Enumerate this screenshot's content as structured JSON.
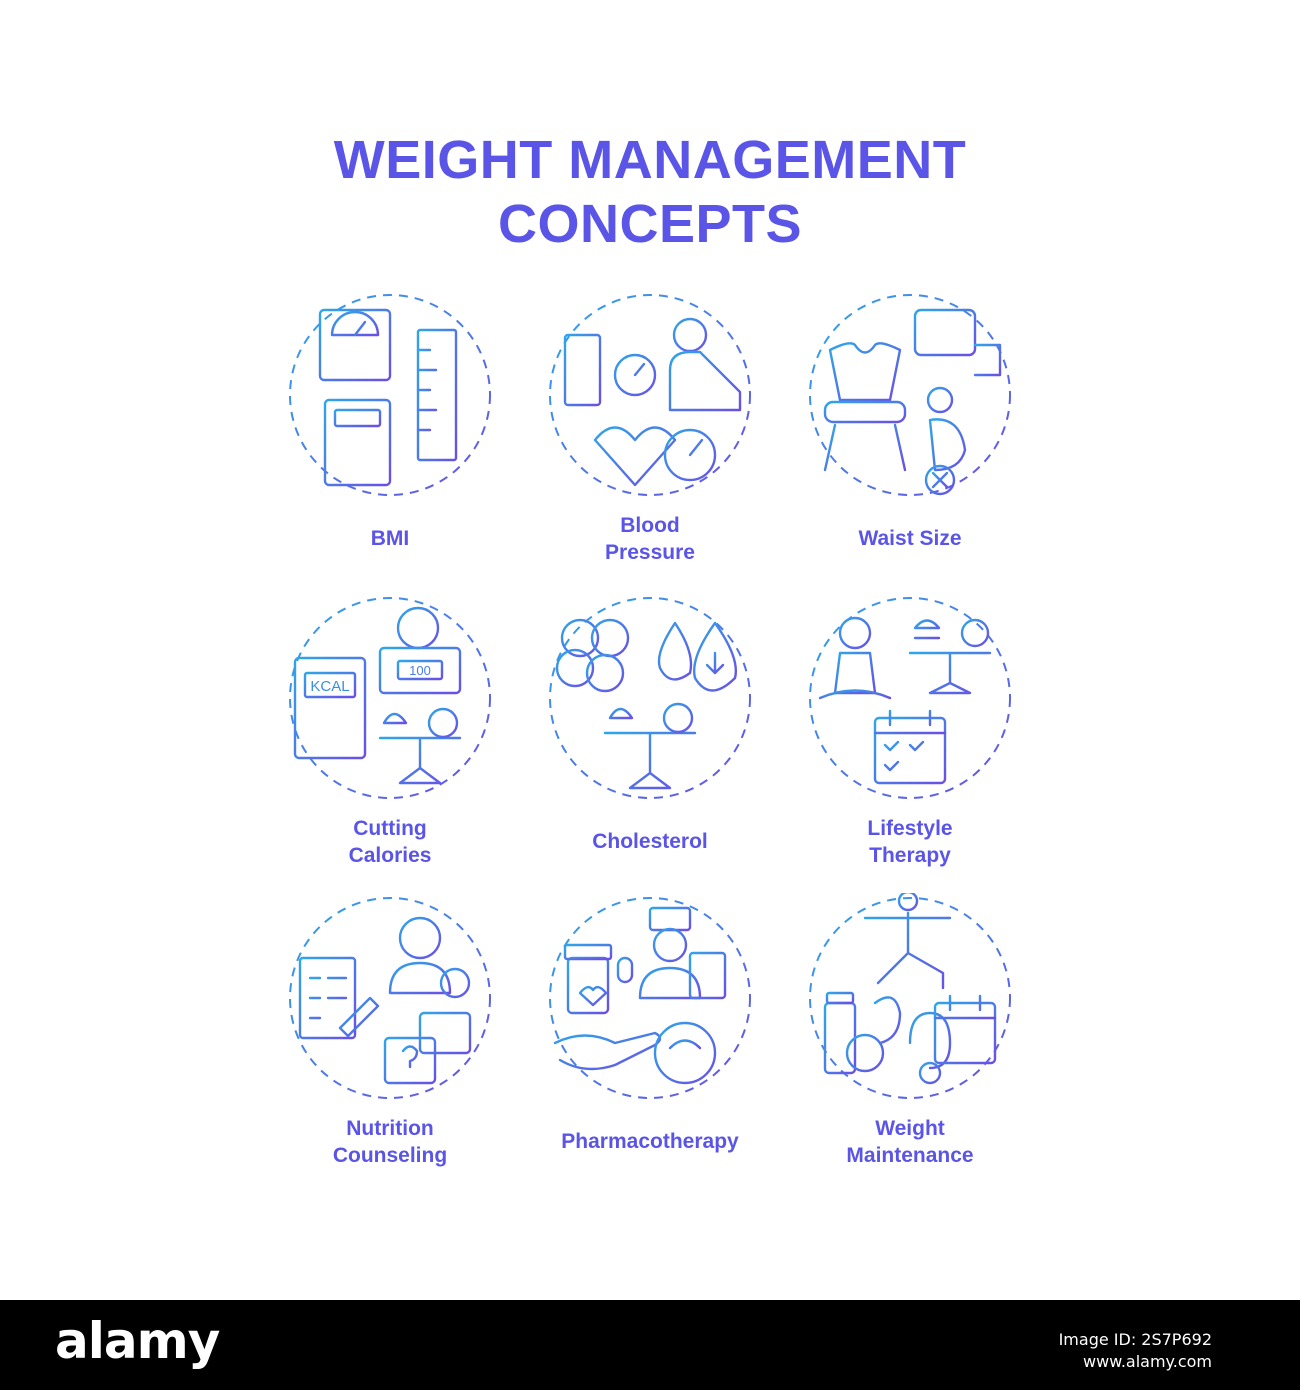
{
  "title": {
    "line1": "WEIGHT MANAGEMENT",
    "line2": "CONCEPTS"
  },
  "colors": {
    "accent": "#5a55e6",
    "gradient_start": "#2fa6e8",
    "gradient_end": "#6a4fe6",
    "footer_bg": "#000000"
  },
  "tiles": [
    {
      "label": "BMI",
      "icon": "scale-calculator-ruler-icon"
    },
    {
      "label": "Blood\nPressure",
      "icon": "blood-pressure-monitor-icon"
    },
    {
      "label": "Waist Size",
      "icon": "waist-measure-icon"
    },
    {
      "label": "Cutting\nCalories",
      "icon": "kcal-scale-food-icon",
      "kcal_text": "KCAL",
      "scale_text": "100"
    },
    {
      "label": "Cholesterol",
      "icon": "cholesterol-drop-icon"
    },
    {
      "label": "Lifestyle\nTherapy",
      "icon": "meditation-calendar-icon"
    },
    {
      "label": "Nutrition\nCounseling",
      "icon": "dietitian-chat-icon"
    },
    {
      "label": "Pharmacotherapy",
      "icon": "doctor-pills-icon"
    },
    {
      "label": "Weight\nMaintenance",
      "icon": "yoga-health-calendar-icon"
    }
  ],
  "footer": {
    "brand": "alamy",
    "image_id": "Image ID: 2S7P692",
    "url": "www.alamy.com"
  }
}
